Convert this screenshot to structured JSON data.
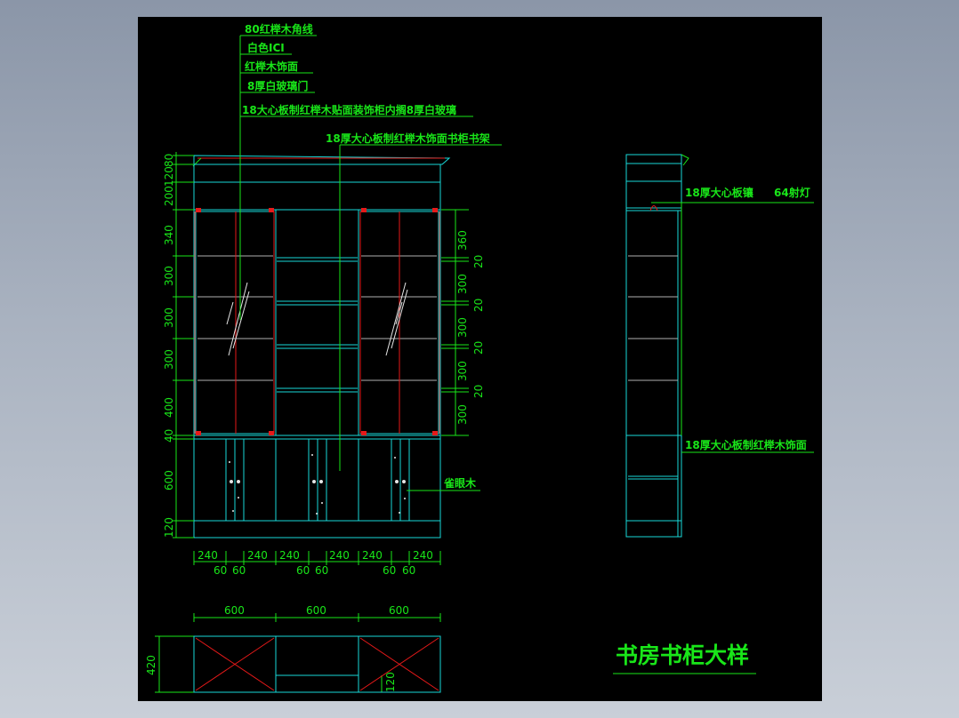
{
  "notes": {
    "n1": "80红榉木角线",
    "n2": "白色ICI",
    "n3": "红榉木饰面",
    "n4": "8厚白玻璃门",
    "n5": "18大心板制红榉木贴面装饰柜内搁8厚白玻璃",
    "n6": "18厚大心板制红榉木饰面书柜书架",
    "n7": "雀眼木"
  },
  "side": {
    "note_top": "18厚大心板镶",
    "note_light": "64射灯",
    "note_bottom": "18厚大心板制红榉木饰面"
  },
  "dims_left": [
    "80",
    "120",
    "200",
    "340",
    "300",
    "300",
    "300",
    "400",
    "40",
    "600",
    "120"
  ],
  "dims_right": [
    "360",
    "20",
    "300",
    "20",
    "300",
    "20",
    "300",
    "20",
    "300"
  ],
  "dims_bottom_top": [
    "240",
    "240",
    "240",
    "240",
    "240",
    "240"
  ],
  "dims_bottom_bot": [
    "60",
    "60",
    "60",
    "60",
    "60",
    "60"
  ],
  "plan": {
    "widths": [
      "600",
      "600",
      "600"
    ],
    "depth": "420",
    "inner": "120"
  },
  "title": "书房书柜大样",
  "colors": {
    "background": "#000000",
    "outline": "#19d9d9",
    "text": "#19e619",
    "hidden": "#e61919",
    "shelf": "#b0b0b0"
  }
}
